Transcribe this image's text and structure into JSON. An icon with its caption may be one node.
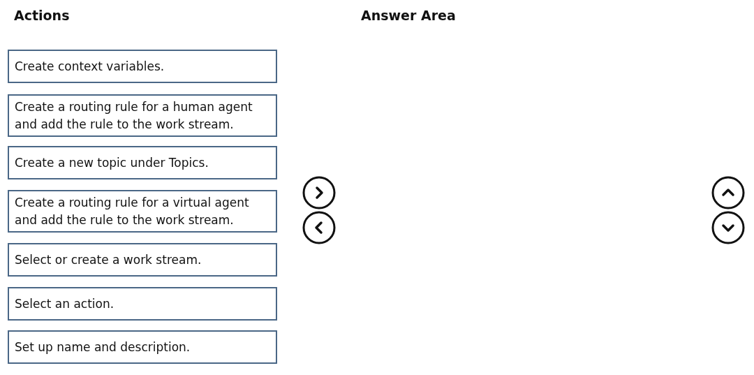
{
  "diagram": {
    "nodes": [
      {
        "text": [
          "Create context variables."
        ]
      },
      {
        "text": [
          "Create a routing rule for a human agent and add the rule to the work stream."
        ]
      },
      {
        "text": [
          "Create a new topic under Topics."
        ]
      },
      {
        "text": [
          "Create a routing rule for a virtual agent and add the rule to the work stream."
        ]
      },
      {
        "text": [
          "Select or create a work stream."
        ]
      },
      {
        "text": [
          "Select an action."
        ]
      },
      {
        "text": [
          "Set up name and description."
        ]
      }
    ],
    "edges": [],
    "labels": [
      "Actions",
      "Answer Area"
    ]
  }
}
